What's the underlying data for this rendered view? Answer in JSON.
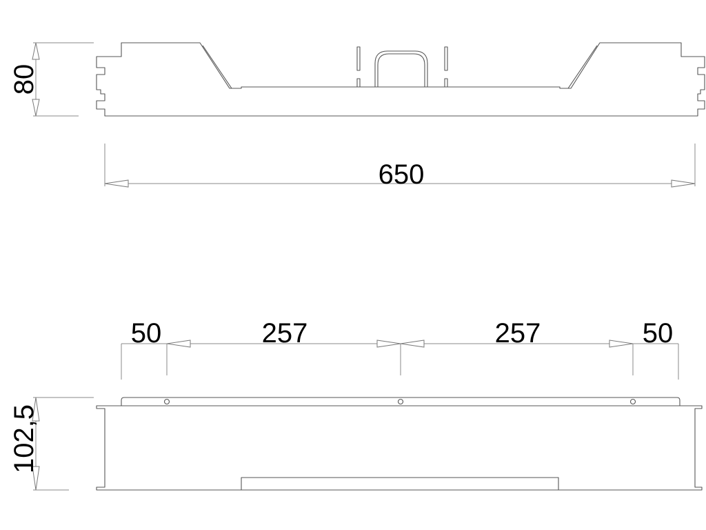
{
  "colors": {
    "line": "#8a8a8a",
    "part": "#555555",
    "text": "#000000",
    "background": "#ffffff"
  },
  "top_view": {
    "height_label": "80",
    "width_label": "650"
  },
  "bottom_view": {
    "height_label": "102,5",
    "spacing": {
      "left_offset": "50",
      "left_span": "257",
      "right_span": "257",
      "right_offset": "50"
    }
  }
}
